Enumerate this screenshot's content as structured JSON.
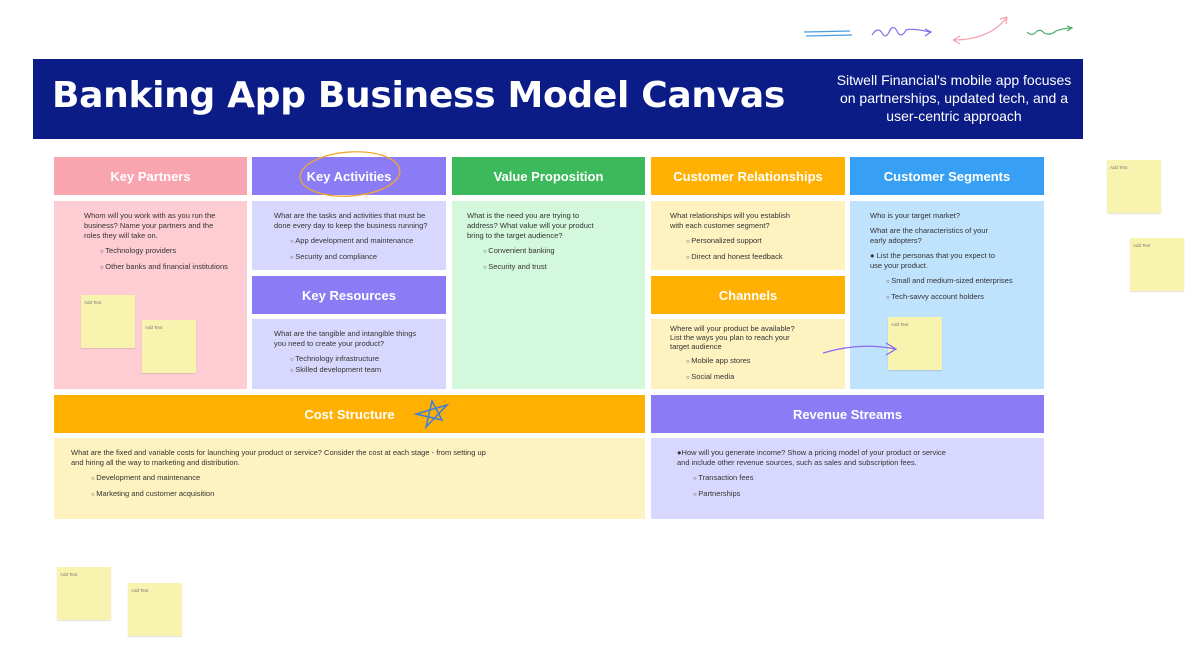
{
  "header": {
    "title": "Banking App Business Model Canvas",
    "subtitle": "Sitwell Financial's mobile app focuses on partnerships, updated tech, and a user-centric approach"
  },
  "sections": {
    "key_partners": {
      "title": "Key Partners",
      "prompt": "Whom will you work with as you run the business? Name your partners and the roles they will take on.",
      "items": [
        "Technology providers",
        "Other banks and financial institutions"
      ]
    },
    "key_activities": {
      "title": "Key Activities",
      "prompt": "What are the tasks and activities that must be done every day to keep the business running?",
      "items": [
        "App development and maintenance",
        "Security and compliance"
      ]
    },
    "key_resources": {
      "title": "Key Resources",
      "prompt": "What are the tangible and intangible things you need to create your product?",
      "items": [
        "Technology infrastructure",
        "Skilled development team"
      ]
    },
    "value_proposition": {
      "title": "Value Proposition",
      "prompt": "What is the need you are trying to address? What value will your product bring to the target audience?",
      "items": [
        "Convenient banking",
        "Security and trust"
      ]
    },
    "customer_relationships": {
      "title": "Customer Relationships",
      "prompt": "What relationships will you establish with each customer segment?",
      "items": [
        "Personalized support",
        "Direct and honest feedback"
      ]
    },
    "channels": {
      "title": "Channels",
      "prompt": "Where will your product be available? List the ways you plan to reach your target audience",
      "items": [
        "Mobile app stores",
        "Social media"
      ]
    },
    "customer_segments": {
      "title": "Customer Segments",
      "prompt": "Who is your target market?",
      "prompt2": "What are the characteristics of your early adopters?",
      "prompt3": "● List the personas that you expect to use your product.",
      "items": [
        "Small and medium-sized enterprises",
        "Tech-savvy account holders"
      ]
    },
    "cost_structure": {
      "title": "Cost Structure",
      "prompt": "What are the fixed and variable costs for launching your product or service? Consider the cost at each stage - from setting up and hiring all the way to marketing and distribution.",
      "items": [
        "Development and maintenance",
        "Marketing and customer acquisition"
      ]
    },
    "revenue_streams": {
      "title": "Revenue Streams",
      "prompt": "●How will you generate income? Show a pricing model of your product or service and include other revenue sources, such as sales and subscription fees.",
      "items": [
        "Transaction fees",
        "Partnerships"
      ]
    }
  },
  "sticky_label": "Add Text",
  "colors": {
    "banner": "#0b1c87",
    "pink": "#f8a5b0",
    "purple": "#8b7cf6",
    "green": "#3cb95a",
    "orange": "#ffb000",
    "blue": "#38a0f4",
    "sticky": "#f8f4b0"
  }
}
